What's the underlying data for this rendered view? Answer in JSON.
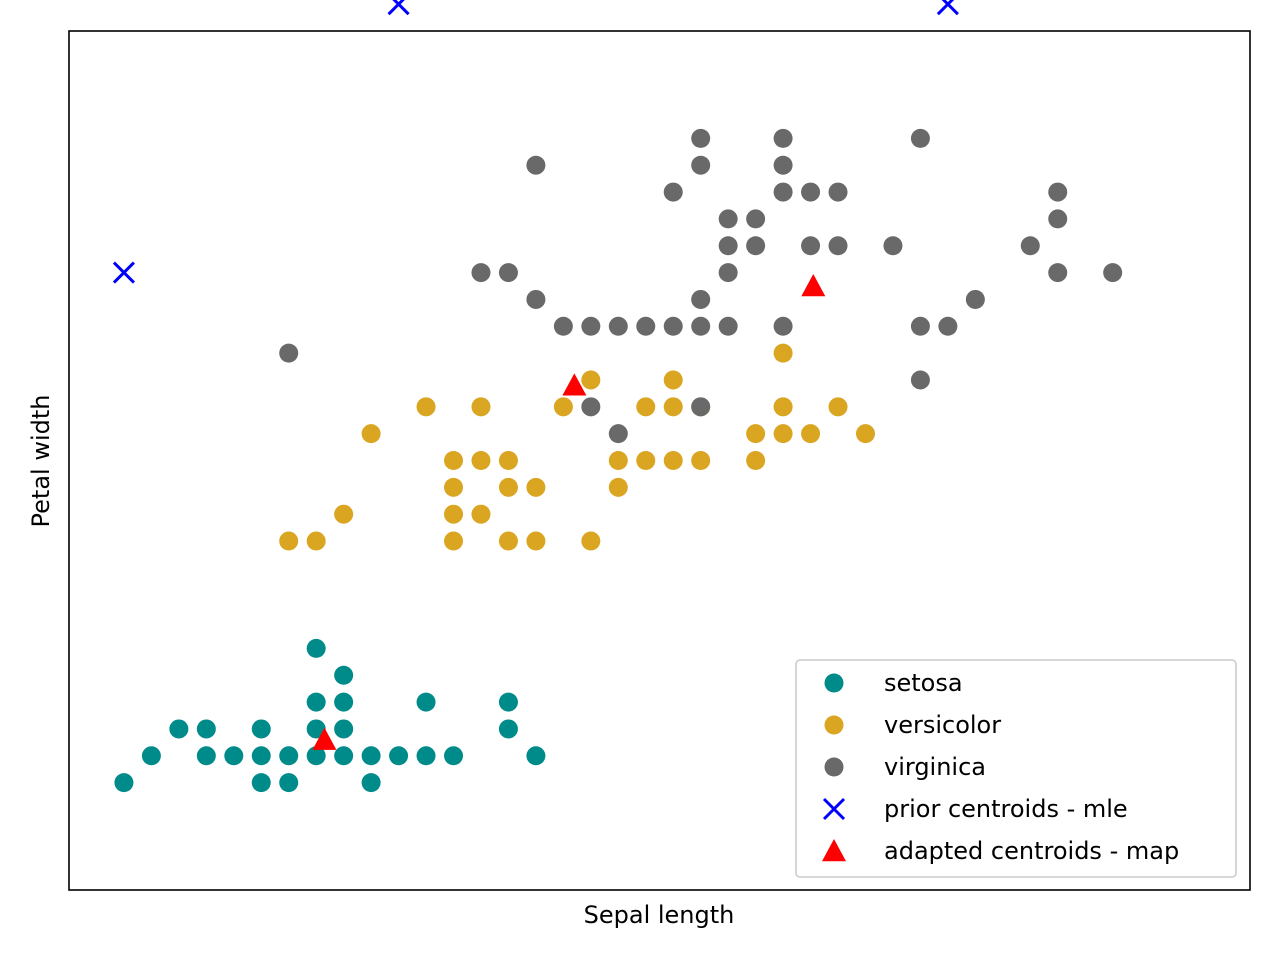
{
  "chart_data": {
    "type": "scatter",
    "xlabel": "Sepal length",
    "ylabel": "Petal width",
    "xlim": [
      4.1,
      8.4
    ],
    "ylim": [
      -0.3,
      2.9
    ],
    "xticks": "hidden",
    "yticks": "hidden",
    "grid": false,
    "legend_position": "bottom-right",
    "series": [
      {
        "name": "setosa",
        "marker": "circle",
        "color": "#008b8b",
        "points": [
          [
            4.3,
            0.1
          ],
          [
            4.4,
            0.2
          ],
          [
            4.5,
            0.3
          ],
          [
            4.6,
            0.2
          ],
          [
            4.6,
            0.3
          ],
          [
            4.7,
            0.2
          ],
          [
            4.8,
            0.1
          ],
          [
            4.8,
            0.2
          ],
          [
            4.8,
            0.3
          ],
          [
            4.9,
            0.1
          ],
          [
            4.9,
            0.2
          ],
          [
            5.0,
            0.2
          ],
          [
            5.0,
            0.3
          ],
          [
            5.0,
            0.4
          ],
          [
            5.0,
            0.6
          ],
          [
            5.1,
            0.2
          ],
          [
            5.1,
            0.3
          ],
          [
            5.1,
            0.4
          ],
          [
            5.1,
            0.5
          ],
          [
            5.2,
            0.1
          ],
          [
            5.2,
            0.2
          ],
          [
            5.3,
            0.2
          ],
          [
            5.4,
            0.2
          ],
          [
            5.4,
            0.4
          ],
          [
            5.5,
            0.2
          ],
          [
            5.7,
            0.3
          ],
          [
            5.7,
            0.4
          ],
          [
            5.8,
            0.2
          ]
        ]
      },
      {
        "name": "versicolor",
        "marker": "circle",
        "color": "#daa520",
        "points": [
          [
            4.9,
            1.0
          ],
          [
            5.0,
            1.0
          ],
          [
            5.1,
            1.1
          ],
          [
            5.2,
            1.4
          ],
          [
            5.4,
            1.5
          ],
          [
            5.5,
            1.0
          ],
          [
            5.5,
            1.1
          ],
          [
            5.5,
            1.2
          ],
          [
            5.5,
            1.3
          ],
          [
            5.6,
            1.3
          ],
          [
            5.6,
            1.1
          ],
          [
            5.6,
            1.5
          ],
          [
            5.7,
            1.0
          ],
          [
            5.7,
            1.2
          ],
          [
            5.7,
            1.3
          ],
          [
            5.8,
            1.0
          ],
          [
            5.8,
            1.2
          ],
          [
            5.9,
            1.5
          ],
          [
            6.0,
            1.0
          ],
          [
            6.0,
            1.6
          ],
          [
            6.1,
            1.2
          ],
          [
            6.1,
            1.3
          ],
          [
            6.2,
            1.3
          ],
          [
            6.2,
            1.5
          ],
          [
            6.3,
            1.3
          ],
          [
            6.3,
            1.6
          ],
          [
            6.3,
            1.5
          ],
          [
            6.4,
            1.3
          ],
          [
            6.4,
            1.5
          ],
          [
            6.6,
            1.4
          ],
          [
            6.6,
            1.3
          ],
          [
            6.7,
            1.4
          ],
          [
            6.7,
            1.5
          ],
          [
            6.7,
            1.7
          ],
          [
            6.8,
            1.4
          ],
          [
            6.9,
            1.5
          ],
          [
            7.0,
            1.4
          ]
        ]
      },
      {
        "name": "virginica",
        "marker": "circle",
        "color": "#696969",
        "points": [
          [
            4.9,
            1.7
          ],
          [
            5.6,
            2.0
          ],
          [
            5.7,
            2.0
          ],
          [
            5.8,
            1.9
          ],
          [
            5.8,
            2.4
          ],
          [
            5.9,
            1.8
          ],
          [
            6.0,
            1.8
          ],
          [
            6.0,
            1.5
          ],
          [
            6.1,
            1.8
          ],
          [
            6.1,
            1.4
          ],
          [
            6.2,
            1.8
          ],
          [
            6.3,
            1.8
          ],
          [
            6.3,
            2.3
          ],
          [
            6.4,
            1.8
          ],
          [
            6.4,
            1.9
          ],
          [
            6.4,
            2.4
          ],
          [
            6.4,
            2.5
          ],
          [
            6.4,
            1.5
          ],
          [
            6.5,
            1.8
          ],
          [
            6.5,
            2.0
          ],
          [
            6.5,
            2.1
          ],
          [
            6.5,
            2.2
          ],
          [
            6.6,
            2.1
          ],
          [
            6.6,
            2.2
          ],
          [
            6.7,
            1.8
          ],
          [
            6.7,
            2.3
          ],
          [
            6.7,
            2.4
          ],
          [
            6.7,
            2.5
          ],
          [
            6.8,
            2.1
          ],
          [
            6.8,
            2.3
          ],
          [
            6.9,
            2.1
          ],
          [
            6.9,
            2.3
          ],
          [
            7.1,
            2.1
          ],
          [
            7.2,
            1.6
          ],
          [
            7.2,
            1.8
          ],
          [
            7.2,
            2.5
          ],
          [
            7.3,
            1.8
          ],
          [
            7.4,
            1.9
          ],
          [
            7.6,
            2.1
          ],
          [
            7.7,
            2.0
          ],
          [
            7.7,
            2.2
          ],
          [
            7.7,
            2.3
          ],
          [
            7.9,
            2.0
          ]
        ]
      },
      {
        "name": "prior centroids - mle",
        "marker": "x",
        "color": "#0000ff",
        "points": [
          [
            4.3,
            2.0
          ],
          [
            5.3,
            3.0
          ],
          [
            7.3,
            3.0
          ]
        ]
      },
      {
        "name": "adapted centroids - map",
        "marker": "triangle",
        "color": "#ff0000",
        "points": [
          [
            5.03,
            0.26
          ],
          [
            5.94,
            1.58
          ],
          [
            6.81,
            1.95
          ]
        ]
      }
    ]
  }
}
